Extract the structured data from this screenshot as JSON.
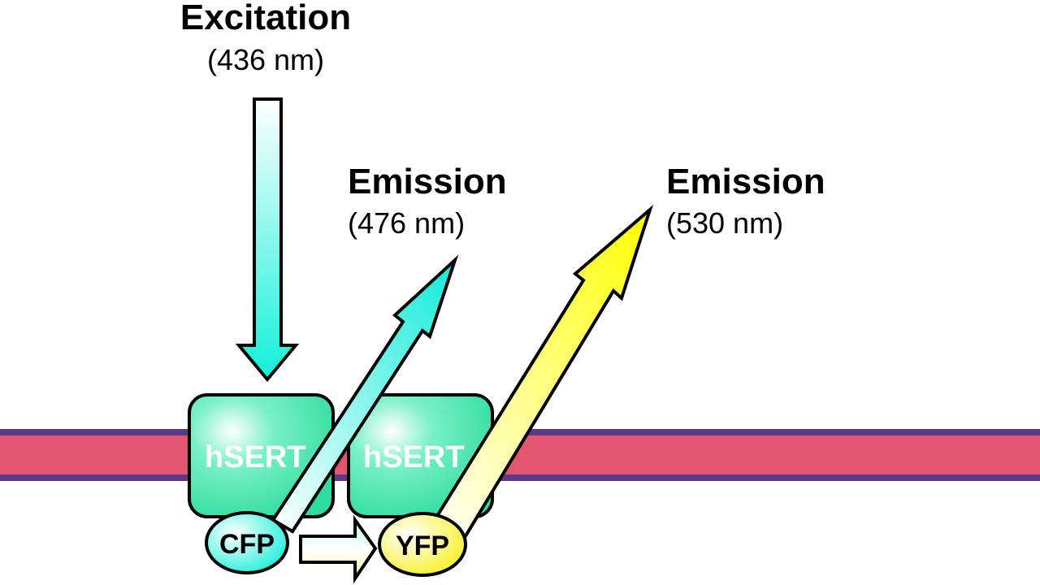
{
  "excitation": {
    "title": "Excitation",
    "wavelength": "(436 nm)"
  },
  "emission_cfp": {
    "title": "Emission",
    "wavelength": "(476 nm)"
  },
  "emission_yfp": {
    "title": "Emission",
    "wavelength": "(530 nm)"
  },
  "proteins": [
    {
      "label": "hSERT"
    },
    {
      "label": "hSERT"
    }
  ],
  "fluorophores": {
    "donor": "CFP",
    "acceptor": "YFP"
  },
  "colors": {
    "membrane_fill": "#e05570",
    "membrane_edge": "#5e3a86",
    "protein": "#3fe0a8",
    "cyan": "#1ff0e0",
    "yellow": "#ffff33",
    "outline": "#000000"
  }
}
